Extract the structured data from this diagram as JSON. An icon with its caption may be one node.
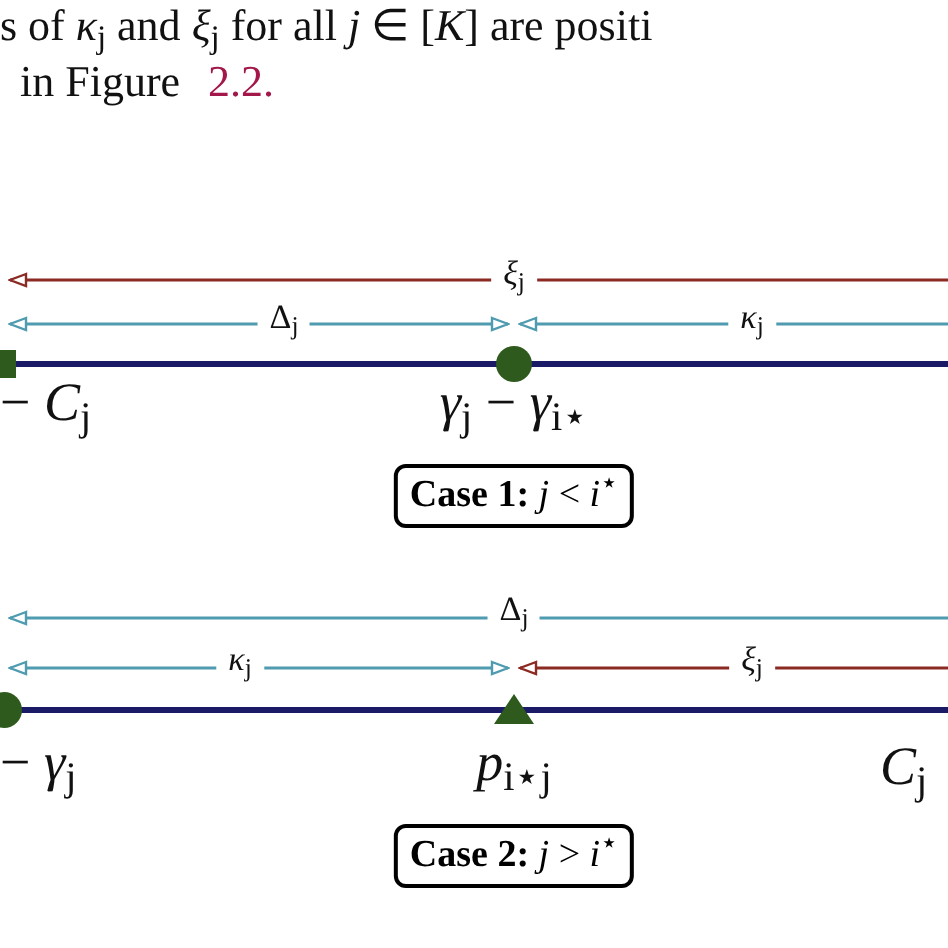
{
  "diagram": {
    "nodes": [
      {
        "text": [
          "**Case 1:** *j* < *i*$^{⋆}$"
        ]
      },
      {
        "text": [
          "**Case 2:** *j* > *i*$^{⋆}$"
        ]
      }
    ],
    "labels": [
      "s of *κ*$_{j}$ and *ξ*$_{j}$ for all *j* ∈ [*K*] are positi",
      "in Figure",
      "2.2.",
      "*ξ*$_{j}$",
      "Δ$_{j}$",
      "*κ*$_{j}$",
      "− *C*$_{j}$",
      "*γ*$_{j}$ − *γ*$_{i⋆}$",
      "Δ$_{j}$",
      "*κ*$_{j}$",
      "*ξ*$_{j}$",
      "− *γ*$_{j}$",
      "*p*$_{i⋆j}$",
      "*C*$_{j}$"
    ]
  }
}
